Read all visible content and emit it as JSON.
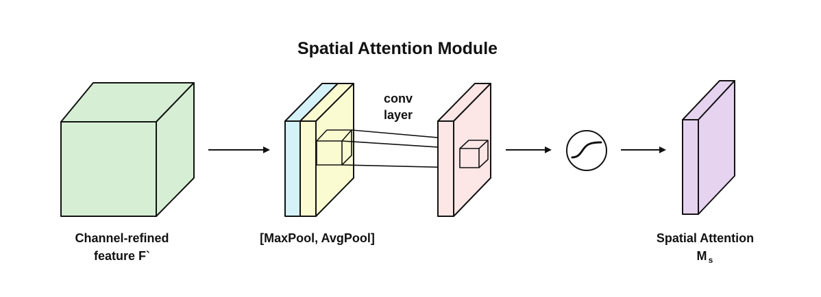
{
  "title": "Spatial Attention Module",
  "labels": {
    "input": [
      "Channel-refined",
      "feature F`"
    ],
    "pool": "[MaxPool, AvgPool]",
    "conv": [
      "conv",
      "layer"
    ],
    "output_main": "Spatial Attention",
    "output_symbol": "M",
    "output_subscript": "s"
  },
  "colors": {
    "input_block": "#d6efd4",
    "maxpool_slice": "#d4f2f8",
    "avgpool_slice": "#fbfbd1",
    "conv_slice": "#fce6e6",
    "attention_slice": "#e6d3f0",
    "stroke": "#111111"
  },
  "icons": {
    "arrow": "right-arrow-icon",
    "activation": "sigmoid-icon"
  }
}
